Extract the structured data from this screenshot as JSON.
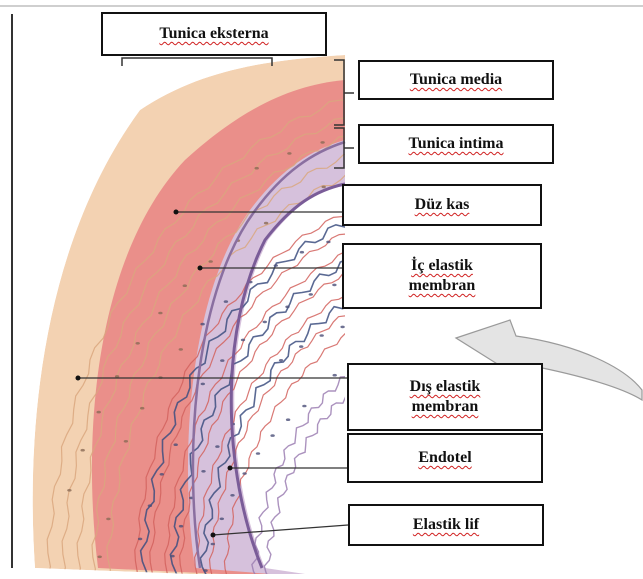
{
  "diagram": {
    "labels": {
      "tunica_eksterna": "Tunica eksterna",
      "tunica_media": "Tunica media",
      "tunica_intima": "Tunica intima",
      "duz_kas": "Düz kas",
      "ic_elastik_line1": "İç elastik",
      "ic_elastik_line2": "membran",
      "dis_elastik_line1": "Dış elastik",
      "dis_elastik_line2": "membran",
      "endotel": "Endotel",
      "elastik_lif": "Elastik lif"
    },
    "colors": {
      "adventitia": "#f3d2b2",
      "media": "#e98a86",
      "intima": "#cdb9d7",
      "elastic_fiber": "#3d4f80",
      "arrow_fill": "#e4e4e4"
    }
  }
}
